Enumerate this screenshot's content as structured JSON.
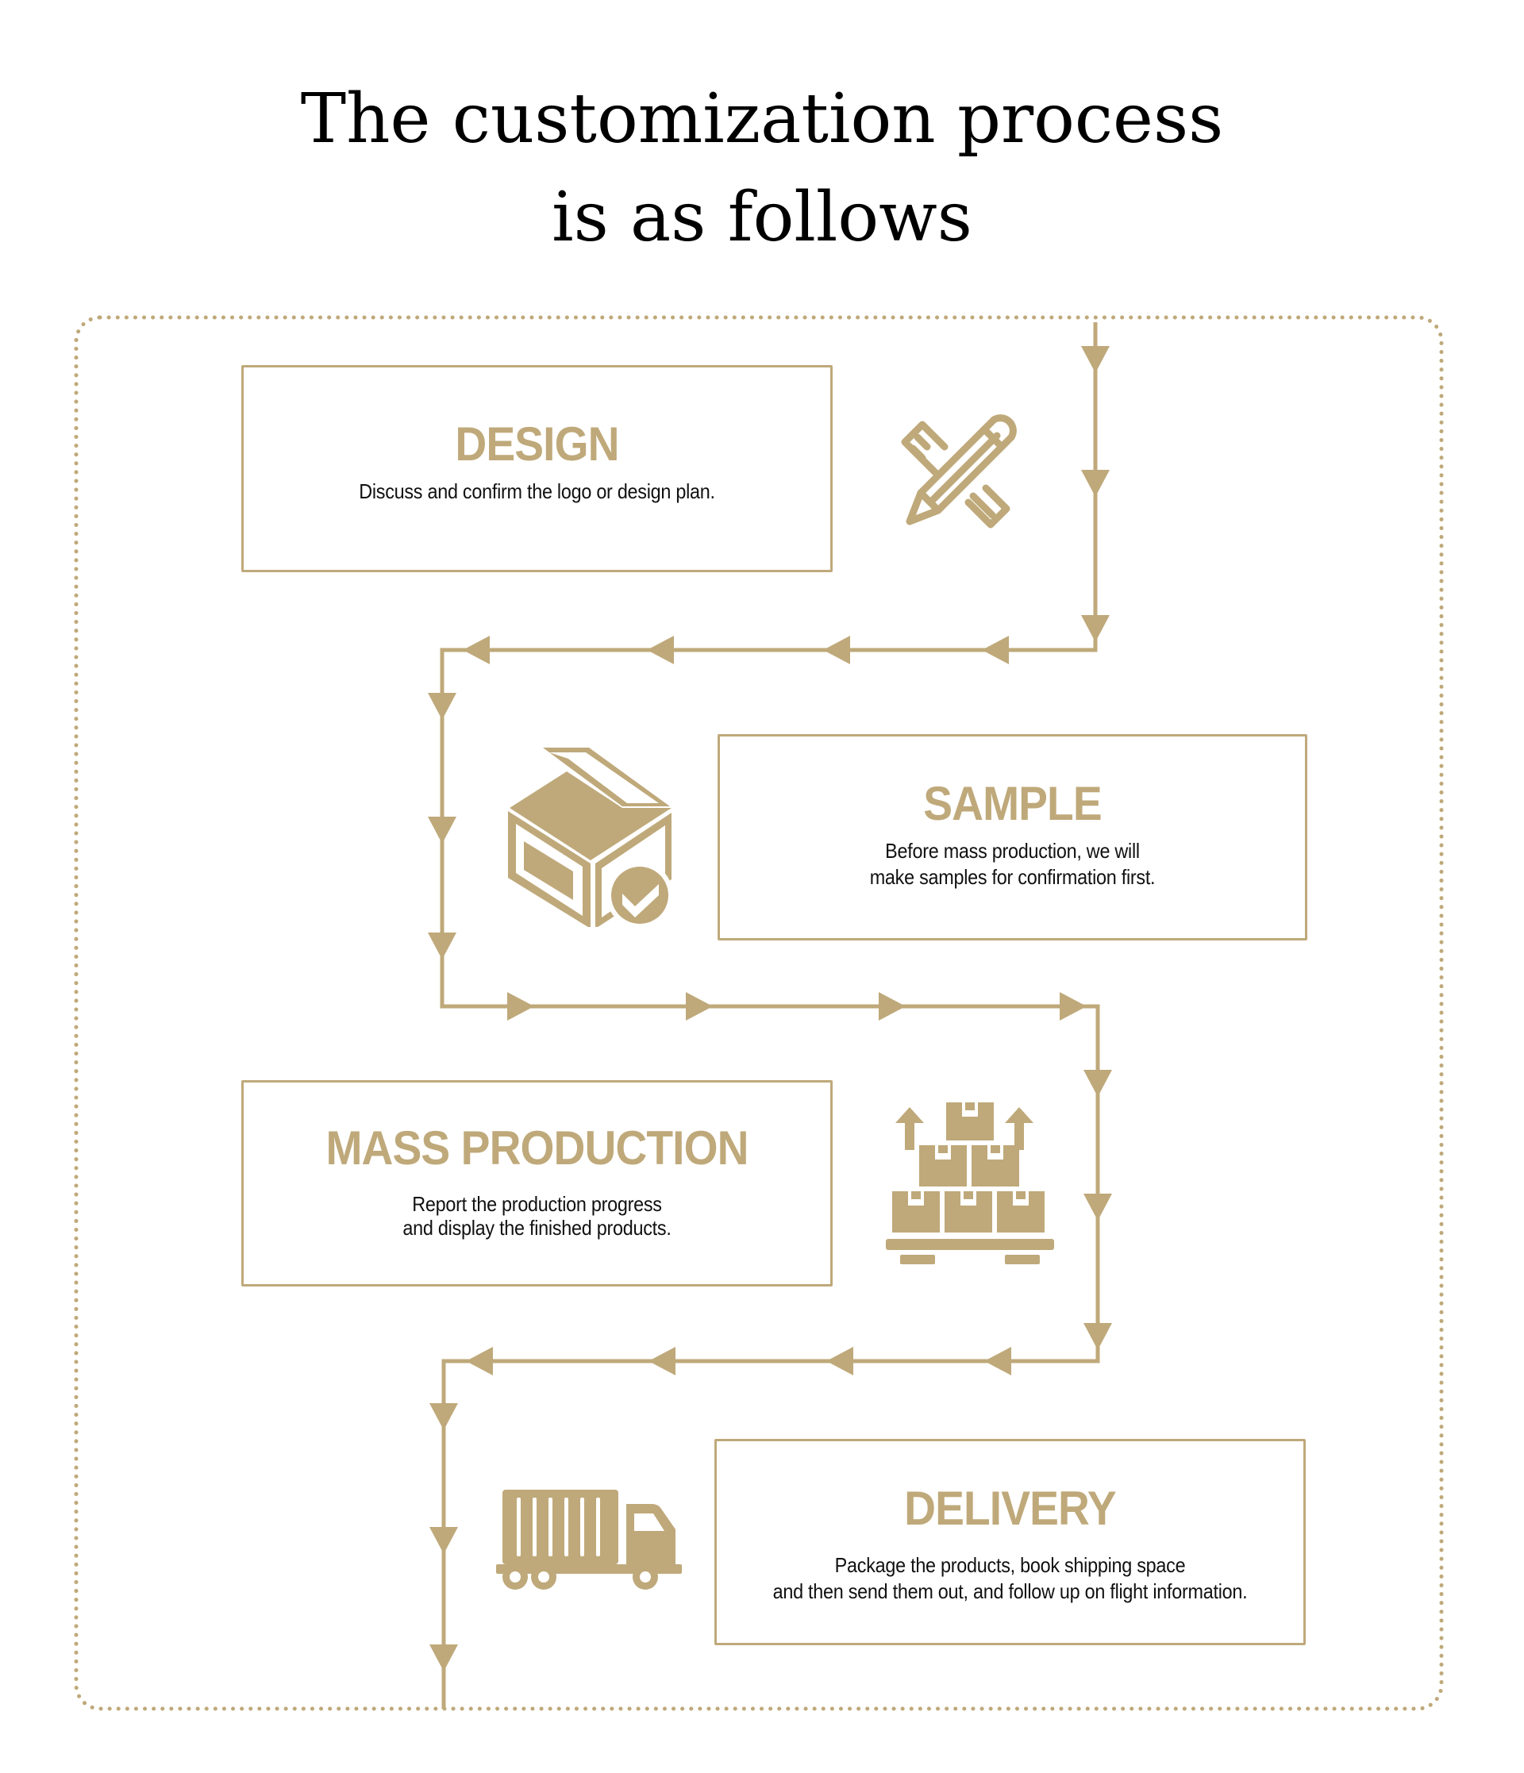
{
  "title": {
    "line1": "The customization process",
    "line2": "is as follows"
  },
  "colors": {
    "accent": "#bfa97a",
    "text": "#111111",
    "background": "#ffffff"
  },
  "steps": [
    {
      "heading": "DESIGN",
      "desc_lines": [
        "Discuss and confirm the logo or design plan."
      ],
      "icon": "pencil-ruler-icon"
    },
    {
      "heading": "SAMPLE",
      "desc_lines": [
        "Before mass production, we will",
        "make samples for confirmation first."
      ],
      "icon": "box-check-icon"
    },
    {
      "heading": "MASS PRODUCTION",
      "desc_lines": [
        "Report the production progress",
        "and display the finished products."
      ],
      "icon": "pallet-boxes-icon"
    },
    {
      "heading": "DELIVERY",
      "desc_lines": [
        "Package the products, book shipping space",
        "and then send them out, and follow up on flight information."
      ],
      "icon": "truck-icon"
    }
  ]
}
